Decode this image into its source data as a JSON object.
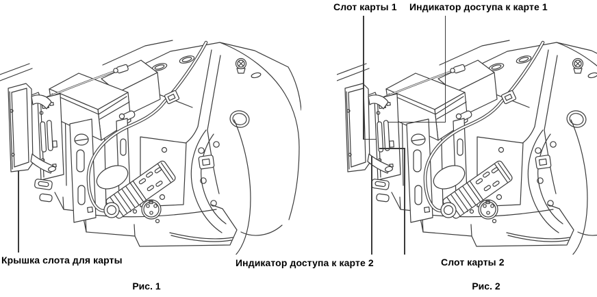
{
  "colors": {
    "background": "#ffffff",
    "line_art": "#3a3a3a",
    "text": "#000000"
  },
  "figure1": {
    "caption": "Рис. 1",
    "labels": {
      "card_slot_cover": "Крышка слота для карты"
    }
  },
  "figure2": {
    "caption": "Рис. 2",
    "labels": {
      "card_slot_1": "Слот карты 1",
      "card_1_access_indicator": "Индикатор доступа к карте 1",
      "card_2_access_indicator": "Индикатор доступа к карте 2",
      "card_slot_2": "Слот карты 2"
    }
  }
}
